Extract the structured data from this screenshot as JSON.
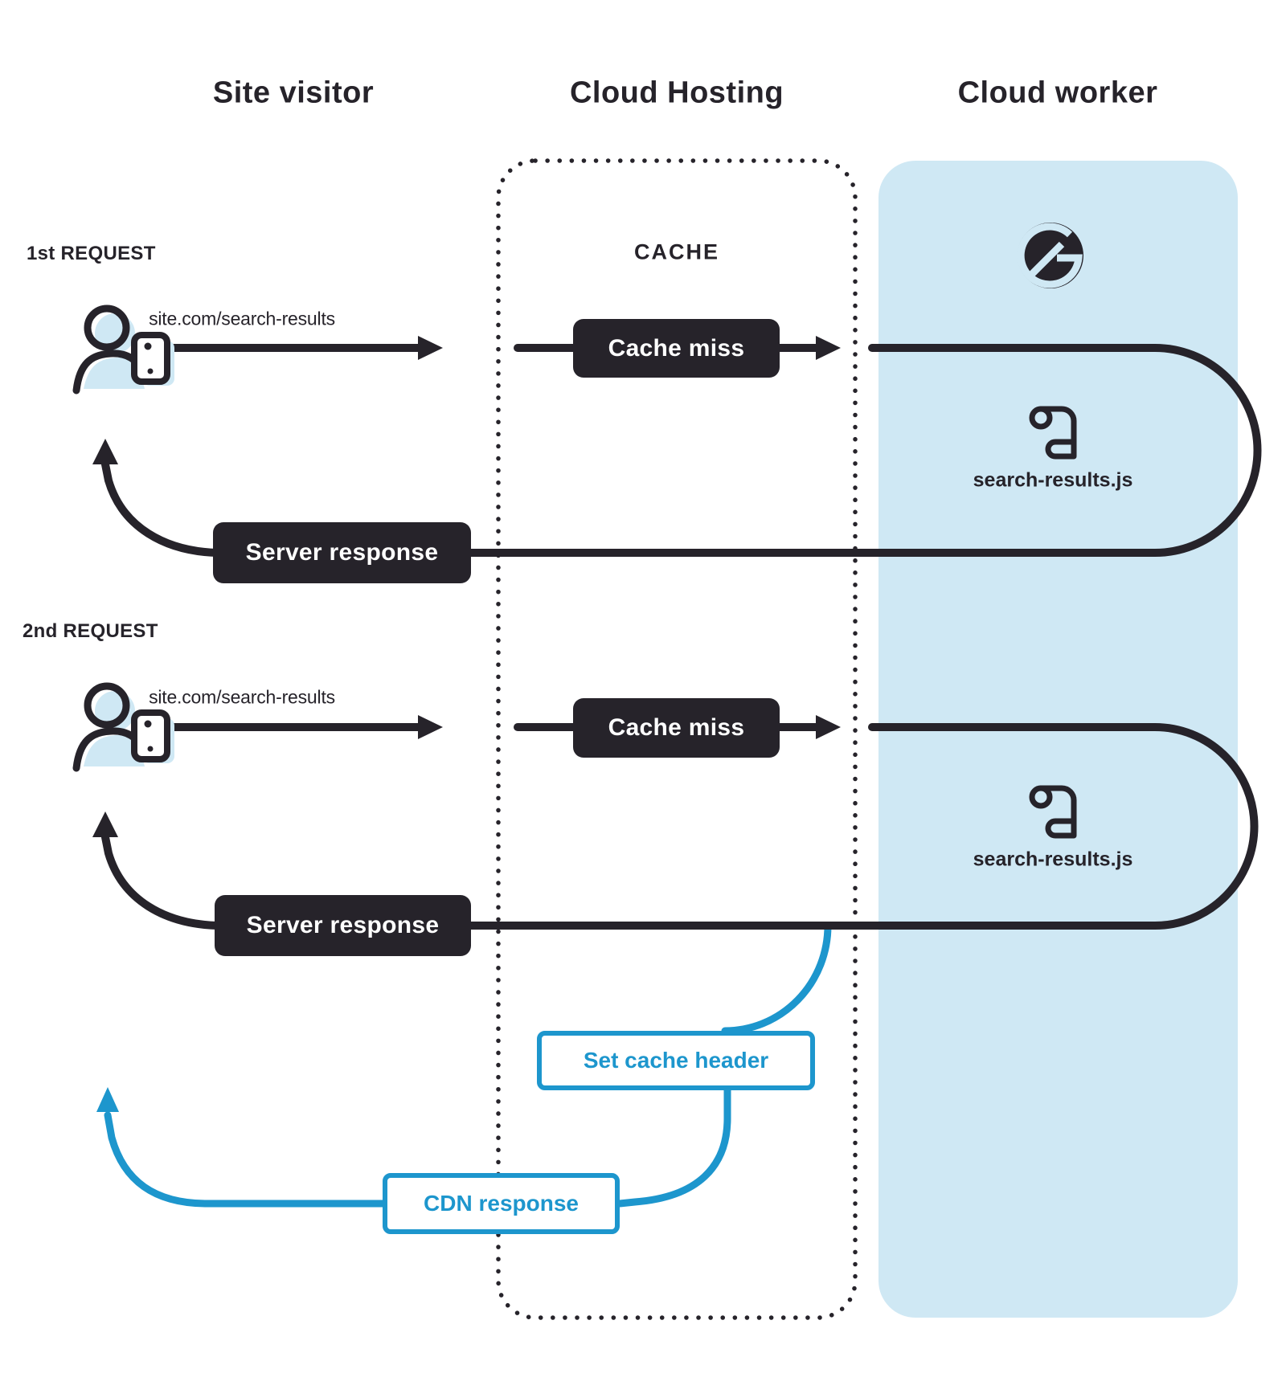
{
  "colors": {
    "ink": "#26232a",
    "blue": "#1d96cd",
    "panel": "#cfe8f4",
    "white": "#ffffff"
  },
  "header": {
    "columns": [
      {
        "label": "Site visitor"
      },
      {
        "label": "Cloud Hosting"
      },
      {
        "label": "Cloud worker"
      }
    ]
  },
  "cache_zone": {
    "title": "CACHE"
  },
  "flows": [
    {
      "label": "1st REQUEST",
      "request_url": "site.com/search-results",
      "cache_result": "Cache miss",
      "worker_script": "search-results.js",
      "response": "Server response"
    },
    {
      "label": "2nd REQUEST",
      "request_url": "site.com/search-results",
      "cache_result": "Cache miss",
      "worker_script": "search-results.js",
      "response": "Server response"
    }
  ],
  "cdn": {
    "set_header": "Set cache header",
    "response": "CDN response"
  },
  "icons": {
    "visitor": "person-with-phone-icon",
    "worker_logo": "gatsby-icon",
    "worker_script": "scroll-icon"
  }
}
